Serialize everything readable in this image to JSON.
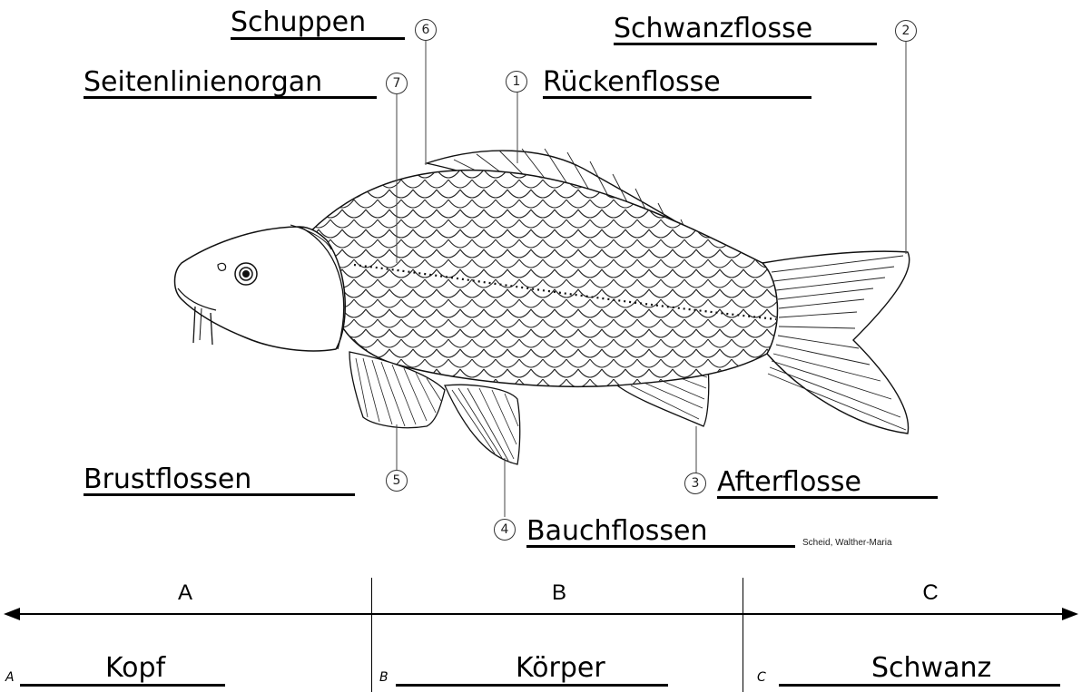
{
  "labels": {
    "schuppen": "Schuppen",
    "schwanzflosse": "Schwanzflosse",
    "seitenlinienorgan": "Seitenlinienorgan",
    "rueckenflosse": "Rückenflosse",
    "brustflossen": "Brustflossen",
    "afterflosse": "Afterflosse",
    "bauchflossen": "Bauchflossen"
  },
  "numbers": {
    "n1": "1",
    "n2": "2",
    "n3": "3",
    "n4": "4",
    "n5": "5",
    "n6": "6",
    "n7": "7"
  },
  "credit": "Scheid, Walther-Maria",
  "sections": {
    "a": "A",
    "b": "B",
    "c": "C"
  },
  "answers": {
    "a_letter": "A",
    "a_word": "Kopf",
    "b_letter": "B",
    "b_word": "Körper",
    "c_letter": "C",
    "c_word": "Schwanz"
  }
}
